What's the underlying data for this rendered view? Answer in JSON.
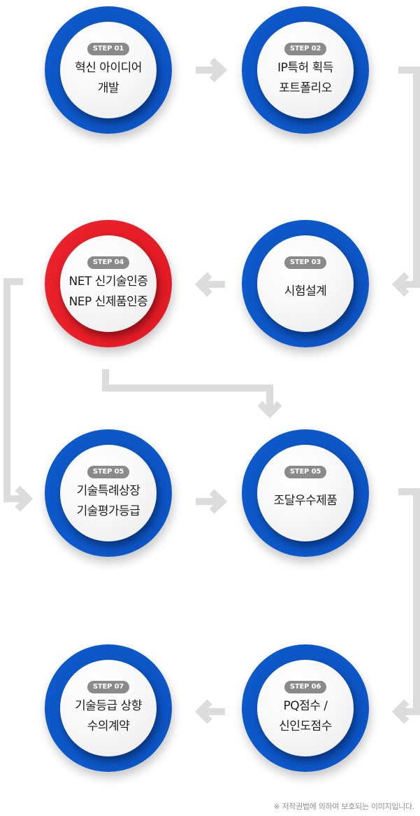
{
  "steps": [
    {
      "badge": "STEP 01",
      "line1": "혁신 아이디어",
      "line2": "개발"
    },
    {
      "badge": "STEP 02",
      "line1": "IP특허 획득",
      "line2": "포트폴리오"
    },
    {
      "badge": "STEP 03",
      "line1": "시험설계"
    },
    {
      "badge": "STEP 04",
      "line1": "NET 신기술인증",
      "line2": "NEP 신제품인증"
    },
    {
      "badge": "STEP 05",
      "line1": "기술특례상장",
      "line2": "기술평가등급"
    },
    {
      "badge": "STEP 05",
      "line1": "조달우수제품"
    },
    {
      "badge": "STEP 06",
      "line1": "PQ점수 /",
      "line2": "신인도점수"
    },
    {
      "badge": "STEP 07",
      "line1": "기술등급 상향",
      "line2": "수의계약"
    }
  ],
  "colors": {
    "blue": "#0e5dd0",
    "red": "#e51d27",
    "connector": "#dcdcdc",
    "badge": "#8a8a8a"
  },
  "footer": {
    "copyright": "※ 저작권법에 의하여 보호되는 이미지입니다."
  }
}
